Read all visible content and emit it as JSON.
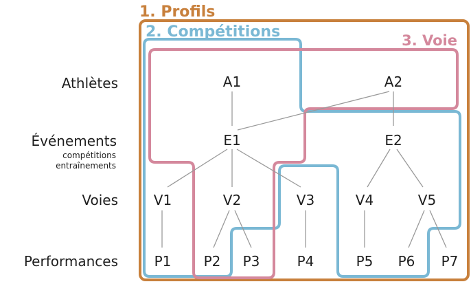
{
  "title_profils": "1. Profils",
  "title_competitions": "2. Compétitions",
  "title_voie": "3. Voie",
  "levels": {
    "athletes": "Athlètes",
    "evenements": "Événements",
    "evenements_sub1": "compétitions",
    "evenements_sub2": "entraînements",
    "voies": "Voies",
    "performances": "Performances"
  },
  "nodes": {
    "A1": "A1",
    "A2": "A2",
    "E1": "E1",
    "E2": "E2",
    "V1": "V1",
    "V2": "V2",
    "V3": "V3",
    "V4": "V4",
    "V5": "V5",
    "P1": "P1",
    "P2": "P2",
    "P3": "P3",
    "P4": "P4",
    "P5": "P5",
    "P6": "P6",
    "P7": "P7"
  },
  "colors": {
    "profils": "#c8803c",
    "competitions": "#7ab8d4",
    "voie": "#d4889c",
    "edge": "#9a9a9a",
    "text": "#1e1e1e"
  }
}
